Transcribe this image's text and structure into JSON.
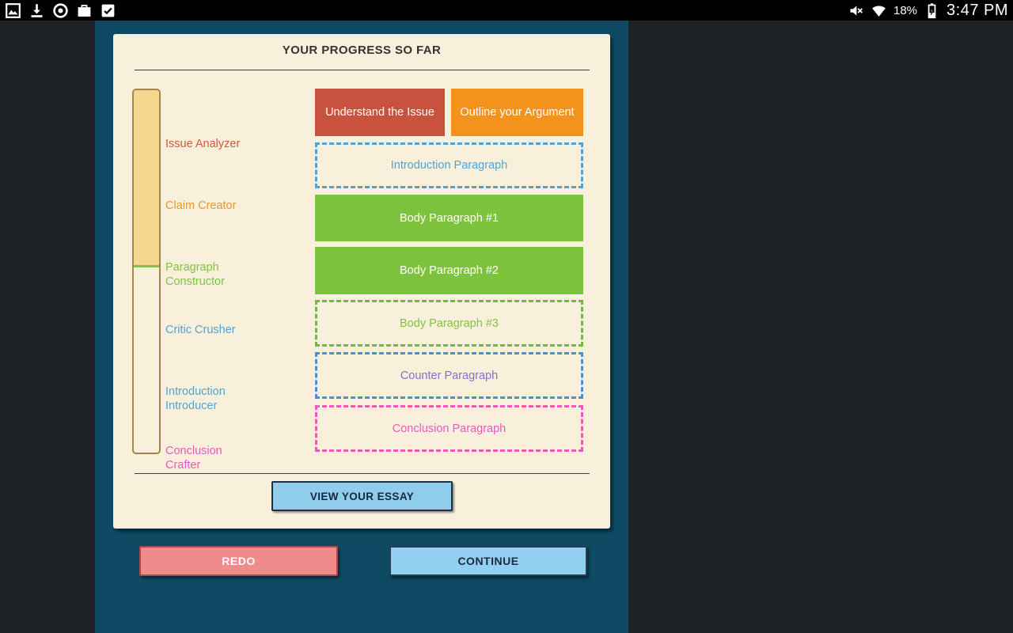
{
  "status_bar": {
    "time": "3:47 PM",
    "battery_percent": "18%",
    "left_icons": [
      "gallery-icon",
      "download-icon",
      "chrome-icon",
      "briefcase-icon",
      "checkbox-icon"
    ],
    "right_icons": [
      "mute-icon",
      "wifi-icon",
      "battery-icon"
    ]
  },
  "progress_card": {
    "title": "YOUR PROGRESS SO FAR",
    "milestones": [
      {
        "label": "Issue Analyzer",
        "color": "#d2573f"
      },
      {
        "label": "Claim Creator",
        "color": "#f39325"
      },
      {
        "label": "Paragraph Constructor",
        "color": "#82c341"
      },
      {
        "label": "Critic Crusher",
        "color": "#4fa3d8"
      },
      {
        "label": "Introduction Introducer",
        "color": "#4fa3d8"
      },
      {
        "label": "Conclusion Crafter",
        "color": "#f056c1"
      }
    ],
    "blocks": [
      {
        "label": "Understand the Issue",
        "state": "complete",
        "bg": "#c9523e",
        "text": "#ffffff"
      },
      {
        "label": "Outline your Argument",
        "state": "complete",
        "bg": "#f3921d",
        "text": "#ffffff"
      },
      {
        "label": "Introduction Paragraph",
        "state": "pending",
        "border": "#4fa3d8",
        "text": "#4fa3d8"
      },
      {
        "label": "Body Paragraph #1",
        "state": "complete",
        "bg": "#7dc33e",
        "text": "#ffffff"
      },
      {
        "label": "Body Paragraph #2",
        "state": "complete",
        "bg": "#7dc33e",
        "text": "#ffffff"
      },
      {
        "label": "Body Paragraph #3",
        "state": "pending",
        "border": "#6abf3a",
        "text": "#82c341"
      },
      {
        "label": "Counter Paragraph",
        "state": "pending",
        "border": "#4a8fd9",
        "text": "#8a6fc4"
      },
      {
        "label": "Conclusion Paragraph",
        "state": "pending",
        "border": "#f056c1",
        "text": "#f056c1"
      }
    ],
    "view_essay_label": "VIEW YOUR ESSAY"
  },
  "footer": {
    "redo_label": "REDO",
    "continue_label": "CONTINUE"
  }
}
